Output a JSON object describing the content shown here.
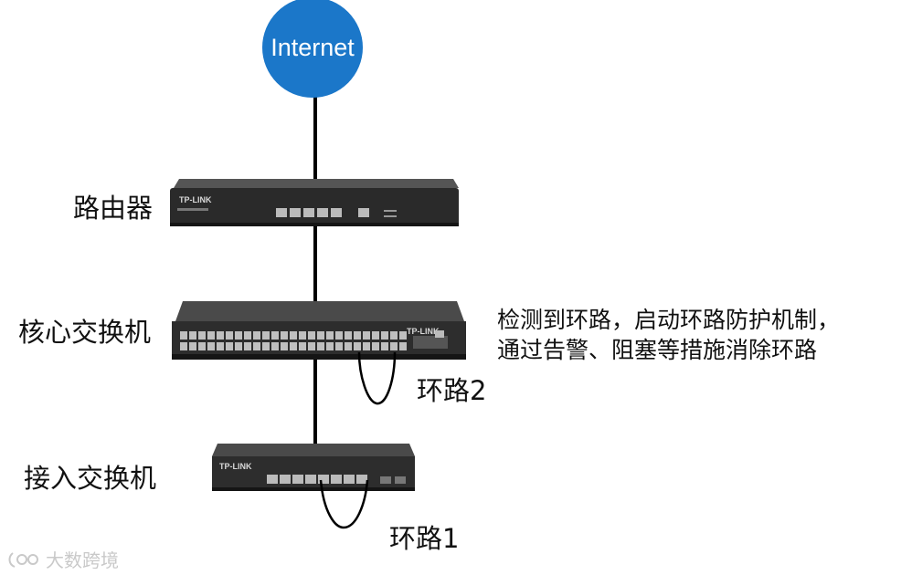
{
  "internet": {
    "label": "Internet"
  },
  "devices": {
    "router": {
      "label": "路由器",
      "brand": "TP-LINK"
    },
    "core_switch": {
      "label": "核心交换机",
      "brand": "TP-LINK"
    },
    "access_switch": {
      "label": "接入交换机",
      "brand": "TP-LINK"
    }
  },
  "loops": {
    "loop2": {
      "label": "环路2"
    },
    "loop1": {
      "label": "环路1"
    }
  },
  "annotation": {
    "line1": "检测到环路，启动环路防护机制，",
    "line2": "通过告警、阻塞等措施消除环路"
  },
  "watermark": {
    "text": "大数跨境"
  },
  "colors": {
    "internet_circle": "#1b77c9",
    "device_body": "#2d2d2d",
    "cable": "#000000"
  }
}
